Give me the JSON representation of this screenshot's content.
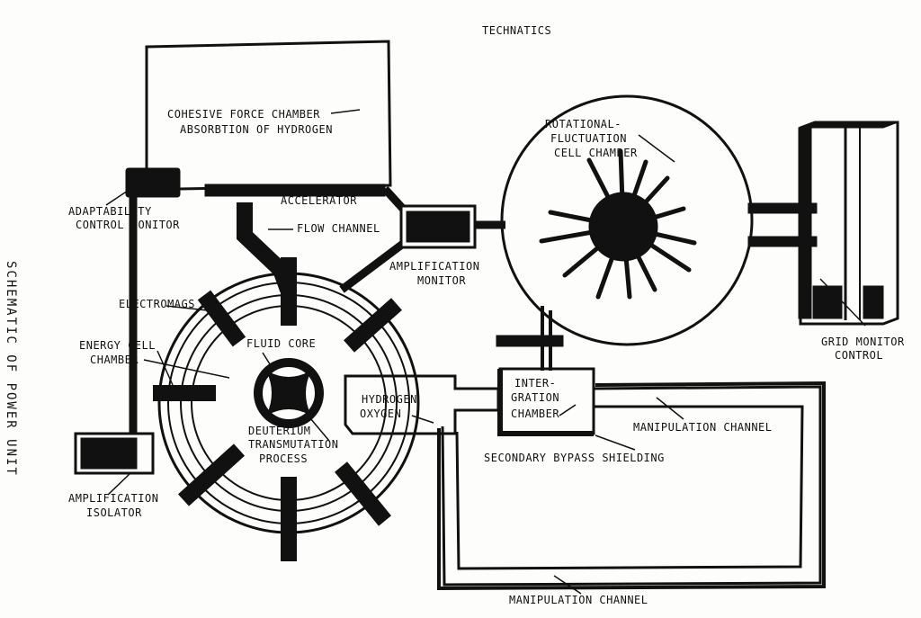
{
  "header": {
    "title": "TECHNATICS"
  },
  "side_title": "SCHEMATIC OF POWER UNIT",
  "labels": {
    "cohesive_1": "COHESIVE FORCE CHAMBER",
    "cohesive_2": "ABSORBTION OF HYDROGEN",
    "adapt_1": "ADAPTABILITY",
    "adapt_2": "CONTROL MONITOR",
    "accelerator": "ACCELERATOR",
    "flow_channel": "FLOW CHANNEL",
    "amp_mon_1": "AMPLIFICATION",
    "amp_mon_2": "MONITOR",
    "rot_1": "ROTATIONAL-",
    "rot_2": "FLUCTUATION",
    "rot_3": "CELL CHAMBER",
    "grid_1": "GRID MONITOR",
    "grid_2": "CONTROL",
    "electromags": "ELECTROMAGS",
    "energy_1": "ENERGY CELL",
    "energy_2": "CHAMBER",
    "fluid_core": "FLUID CORE",
    "deut_1": "DEUTERIUM",
    "deut_2": "TRANSMUTATION",
    "deut_3": "PROCESS",
    "hyd_1": "HYDROGEN",
    "hyd_2": "OXYGEN",
    "integ_1": "INTER-",
    "integ_2": "GRATION",
    "integ_3": "CHAMBER",
    "manip_right": "MANIPULATION CHANNEL",
    "secondary": "SECONDARY BYPASS SHIELDING",
    "amp_iso_1": "AMPLIFICATION",
    "amp_iso_2": "ISOLATOR",
    "manip_bottom": "MANIPULATION CHANNEL"
  }
}
